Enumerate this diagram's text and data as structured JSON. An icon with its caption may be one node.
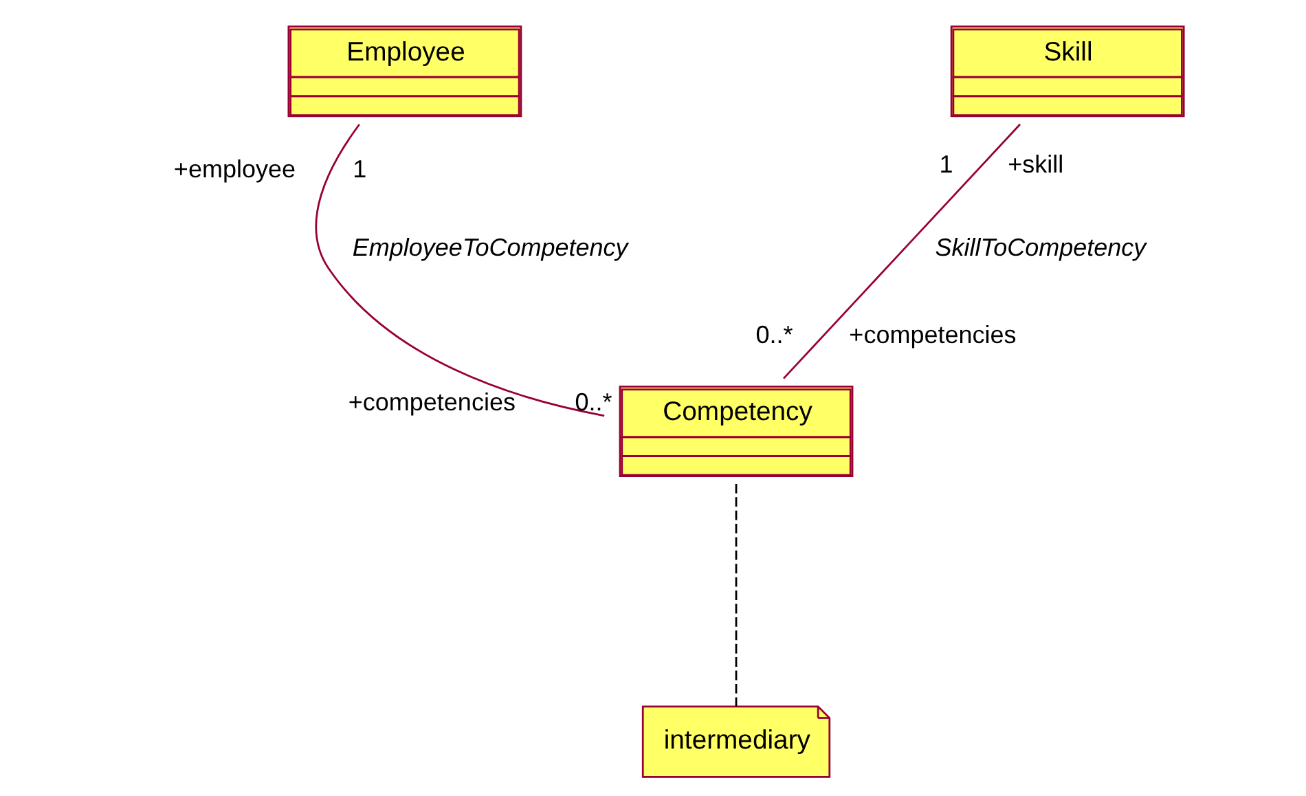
{
  "diagram": {
    "nodes": [
      {
        "text": [
          "Employee"
        ]
      },
      {
        "text": [
          "Skill"
        ]
      },
      {
        "text": [
          "Competency"
        ]
      },
      {
        "text": [
          "intermediary"
        ]
      }
    ],
    "edges": [
      {
        "from": 0,
        "to": 2,
        "arrow": "none",
        "label": "EmployeeToCompetency"
      },
      {
        "from": 1,
        "to": 2,
        "arrow": "none",
        "label": "SkillToCompetency"
      },
      {
        "from": 2,
        "to": 3,
        "arrow": "none",
        "style": "dashed",
        "color": "#000000"
      }
    ],
    "labels": [
      "1",
      "1",
      "+employee",
      "+skill",
      "+competencies",
      "0..*",
      "0..*",
      "+competencies"
    ]
  }
}
